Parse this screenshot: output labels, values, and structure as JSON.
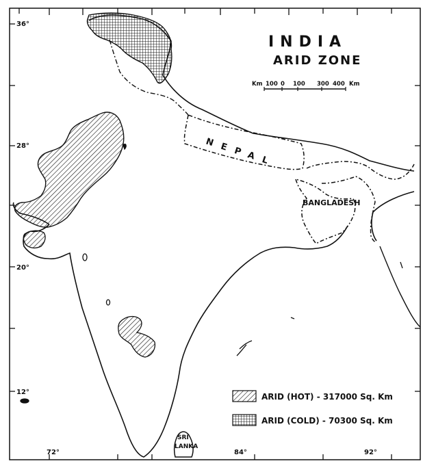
{
  "map": {
    "title": "INDIA",
    "subtitle": "ARID ZONE",
    "scale": {
      "unit_left": "Km",
      "ticks": [
        "100",
        "0",
        "100",
        "300",
        "400"
      ],
      "unit_right": "Km"
    },
    "lat_labels": [
      "36°",
      "28°",
      "20°",
      "12°"
    ],
    "lon_labels": [
      "72°",
      "84°",
      "92°"
    ],
    "place_labels": {
      "nepal": "NEPAL",
      "bangladesh": "BANGLADESH",
      "sri": "SRI",
      "lanka": "LANKA"
    },
    "legend": [
      {
        "pattern": "diagonal-hatch",
        "label": "ARID (HOT) - 317000 Sq. Km"
      },
      {
        "pattern": "crosshatch",
        "label": "ARID (COLD) - 70300 Sq. Km"
      }
    ]
  }
}
